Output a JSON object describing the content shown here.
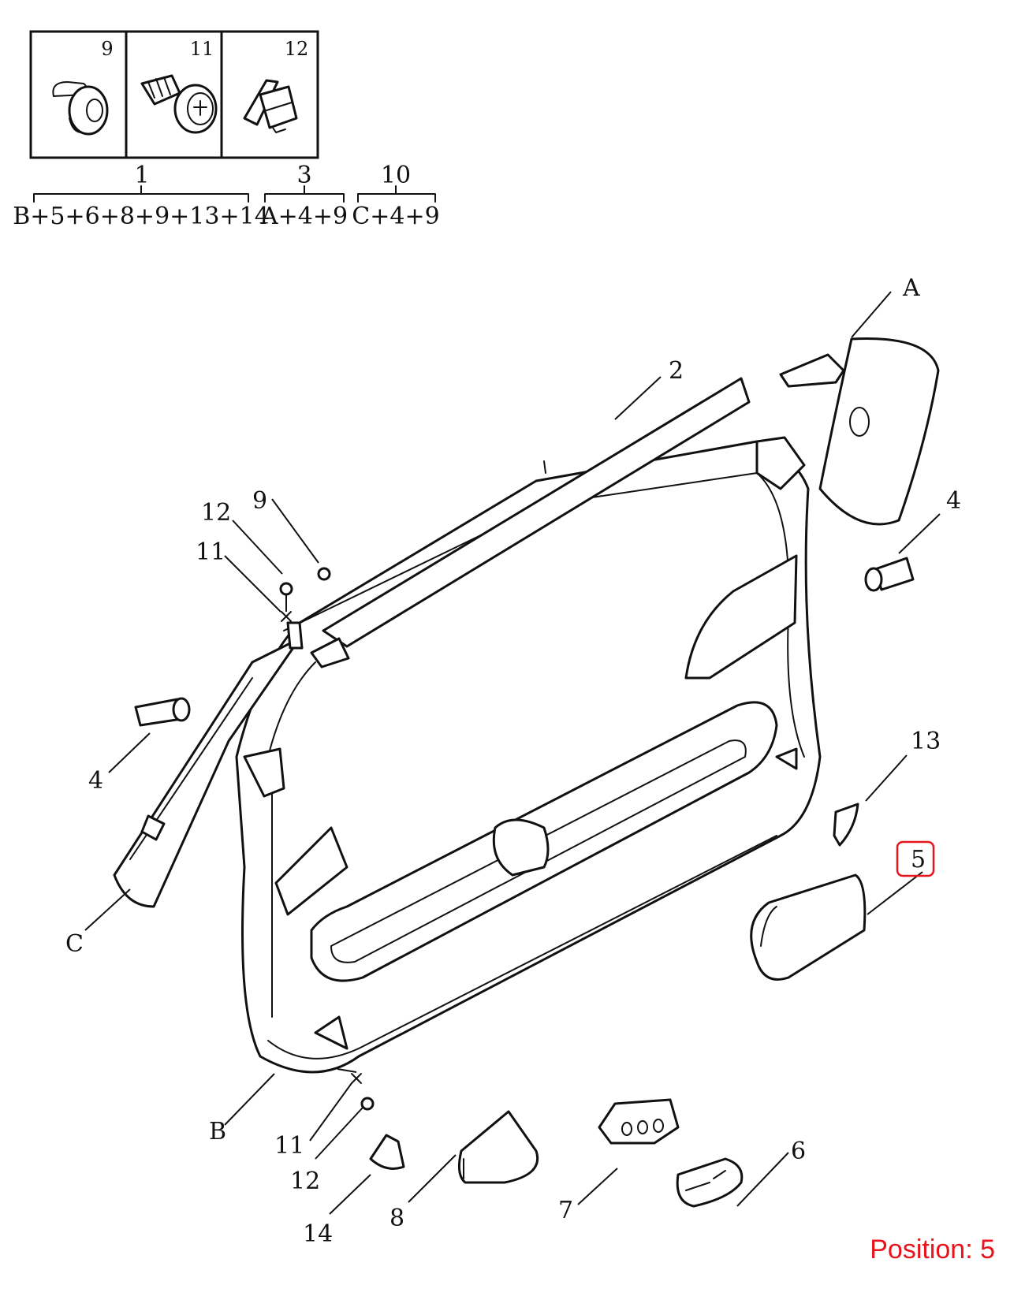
{
  "kit_table": {
    "cells": [
      {
        "id": "9",
        "icon": "push-clip-icon"
      },
      {
        "id": "11",
        "icon": "screw-icon"
      },
      {
        "id": "12",
        "icon": "clip-nut-icon"
      }
    ],
    "kits": [
      {
        "number": "1",
        "contents": "B+5+6+8+9+13+14"
      },
      {
        "number": "3",
        "contents": "A+4+9"
      },
      {
        "number": "10",
        "contents": "C+4+9"
      }
    ]
  },
  "callouts": {
    "A": "A",
    "B": "B",
    "C": "C",
    "p2": "2",
    "p4_right": "4",
    "p4_left": "4",
    "p5": "5",
    "p6": "6",
    "p7": "7",
    "p8": "8",
    "p9": "9",
    "p11_top": "11",
    "p11_bottom": "11",
    "p12_top": "12",
    "p12_bottom": "12",
    "p13": "13",
    "p14": "14"
  },
  "highlight": {
    "callout": "5",
    "color": "#e8141c"
  },
  "position_label": "Position: 5"
}
